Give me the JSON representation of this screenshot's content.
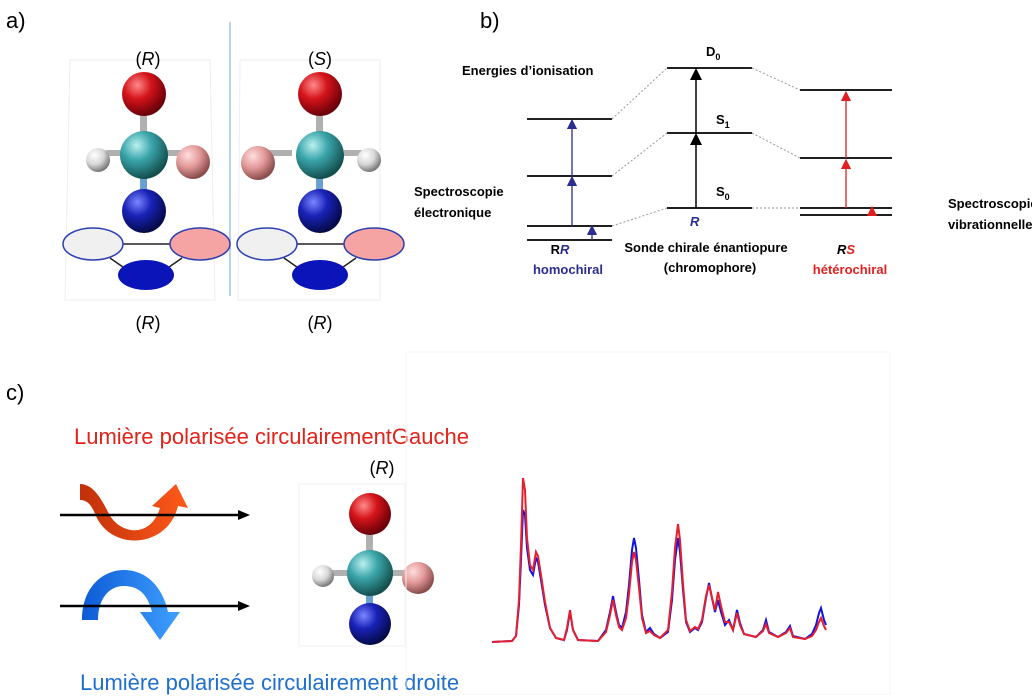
{
  "panel_labels": {
    "a": "a)",
    "b": "b)",
    "c": "c)"
  },
  "panel_a": {
    "top_left": [
      "(",
      "R",
      ")"
    ],
    "top_right": [
      "(",
      "S",
      ")"
    ],
    "bottom_left": [
      "(",
      "R",
      ")"
    ],
    "bottom_right": [
      "(",
      "R",
      ")"
    ]
  },
  "panel_b": {
    "ionisation": "Energies d’ionisation",
    "spectro_elec_1": "Spectroscopie",
    "spectro_elec_2": "électronique",
    "spectro_vib_1": "Spectroscopie",
    "spectro_vib_2": "vibrationnelle",
    "d0": "D",
    "d0_sub": "0",
    "s1": "S",
    "s1_sub": "1",
    "s0": "S",
    "s0_sub": "0",
    "center_r": "R",
    "rr_plain": "R",
    "rr_italic": "R",
    "homochiral": "homochiral",
    "probe_1": "Sonde chirale énantiopure",
    "probe_2": "(chromophore)",
    "rs_r": "R",
    "rs_s": "S",
    "heterochiral": "hétérochiral"
  },
  "panel_c": {
    "left_light": "Lumière polarisée circulairementGauche",
    "right_light": "Lumière polarisée circulairement droite",
    "mol_label": [
      "(",
      "R",
      ")"
    ]
  },
  "colors": {
    "oxygen": "#d4141a",
    "carbon": "#3aa5a9",
    "nitrogen": "#1922b8",
    "hydrogen": "#e8e8e8",
    "pink": "#e8a0a0",
    "navy": "#2b2d8f",
    "red_arrow": "#e02020",
    "red_text": "#e2231a",
    "blue_text": "#1f6fd1"
  }
}
